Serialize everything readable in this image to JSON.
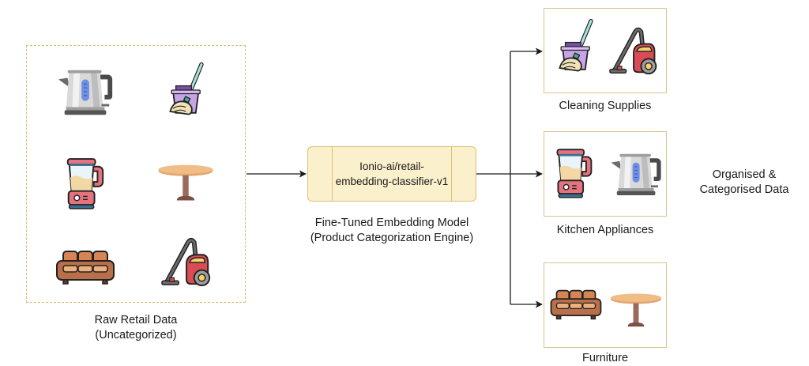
{
  "input": {
    "label_line1": "Raw Retail Data",
    "label_line2": "(Uncategorized)",
    "items": [
      "kettle-icon",
      "mop-bucket-icon",
      "blender-icon",
      "round-table-icon",
      "sofa-icon",
      "vacuum-cleaner-icon"
    ]
  },
  "model": {
    "name_line1": "Ionio-ai/retail-",
    "name_line2": "embedding-classifier-v1",
    "caption_line1": "Fine-Tuned Embedding Model",
    "caption_line2": "(Product Categorization Engine)"
  },
  "output": {
    "side_label_line1": "Organised &",
    "side_label_line2": "Categorised Data",
    "categories": [
      {
        "label": "Cleaning Supplies",
        "items": [
          "mop-bucket-icon",
          "vacuum-cleaner-icon"
        ]
      },
      {
        "label": "Kitchen Appliances",
        "items": [
          "blender-icon",
          "kettle-icon"
        ]
      },
      {
        "label": "Furniture",
        "items": [
          "sofa-icon",
          "round-table-icon"
        ]
      }
    ]
  },
  "colors": {
    "dashed_border": "#d9bc6e",
    "model_fill": "#fbf0cc",
    "model_border": "#d9c07a",
    "category_border": "#d8c38a",
    "arrow": "#1a1a1a"
  }
}
